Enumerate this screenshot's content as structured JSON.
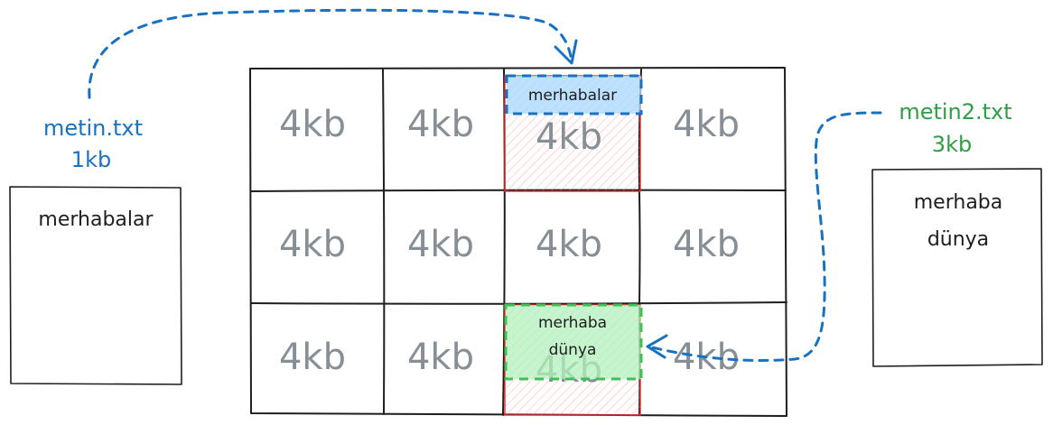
{
  "grid": {
    "rows": [
      [
        "4kb",
        "4kb",
        "4kb",
        "4kb"
      ],
      [
        "4kb",
        "4kb",
        "4kb",
        "4kb"
      ],
      [
        "4kb",
        "4kb",
        "4kb",
        "4kb"
      ]
    ]
  },
  "file1": {
    "name": "metin.txt",
    "size": "1kb",
    "content": "merhabalar",
    "block_content": "merhabalar",
    "color": "#1971c2"
  },
  "file2": {
    "name": "metin2.txt",
    "size": "3kb",
    "content_line1": "merhaba",
    "content_line2": "dünya",
    "block_line1": "merhaba",
    "block_line2": "dünya",
    "color": "#2f9e44"
  },
  "colors": {
    "grid_line": "#1e1e1e",
    "cell_text": "#868e96",
    "occupied_block": "#e03131",
    "file1_fill": "#a5d8ff",
    "file2_fill": "#b2f2bb",
    "arrow": "#1971c2"
  }
}
